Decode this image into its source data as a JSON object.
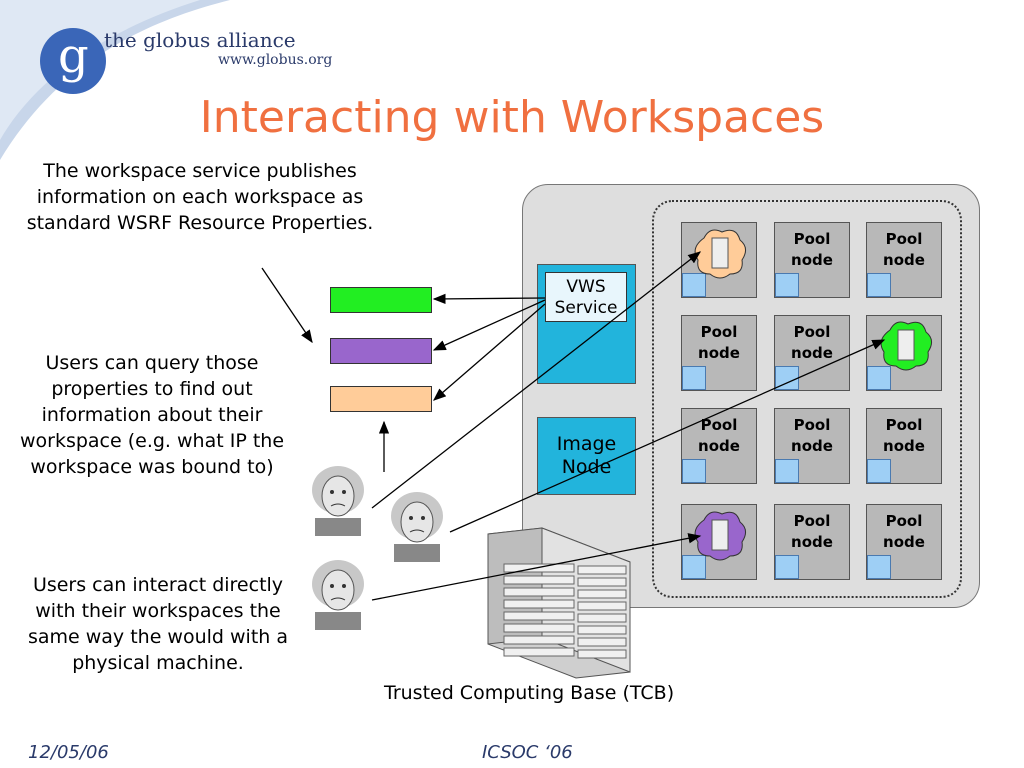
{
  "logo": {
    "letter": "g",
    "name": "the globus alliance",
    "url": "www.globus.org"
  },
  "title": "Interacting with Workspaces",
  "paragraphs": {
    "p1": "The workspace service publishes information on each workspace as standard WSRF Resource Properties.",
    "p2": "Users can query those properties to find out information about their workspace (e.g. what IP the workspace was bound to)",
    "p3": "Users can interact directly with their workspaces the same way the would with a physical machine."
  },
  "vws": {
    "line1": "VWS",
    "line2": "Service"
  },
  "image_node": {
    "line1": "Image",
    "line2": "Node"
  },
  "pool_label_1": "Pool",
  "pool_label_2": "node",
  "tcb_label": "Trusted Computing Base (TCB)",
  "footer": {
    "date": "12/05/06",
    "venue": "ICSOC ‘06"
  },
  "colors": {
    "title": "#f07040",
    "prop_green": "#22ee22",
    "prop_purple": "#9966cc",
    "prop_peach": "#ffcc99",
    "vws_bg": "#22b4dc",
    "pool_bg": "#b8b8b8"
  }
}
